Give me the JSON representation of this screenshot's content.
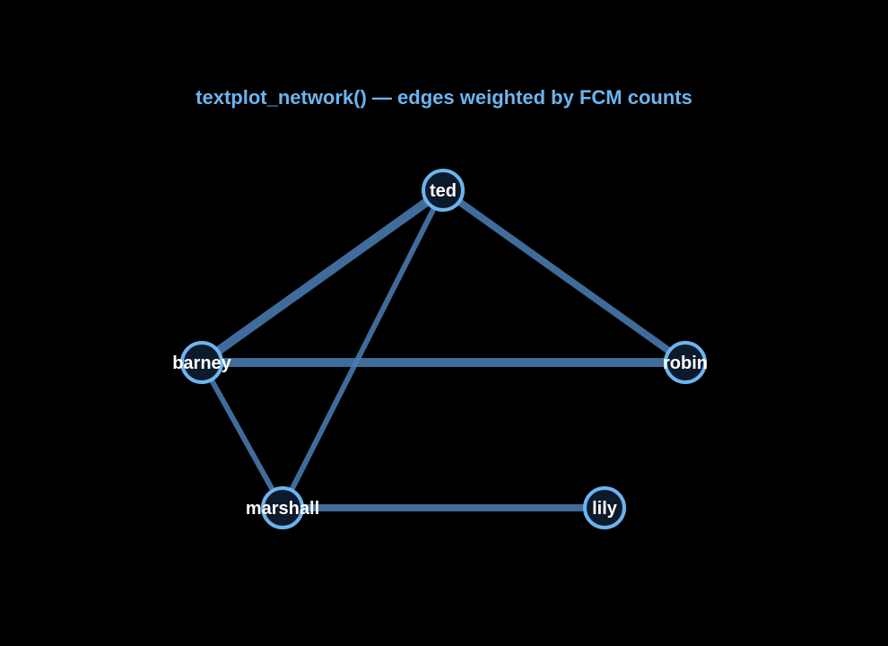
{
  "title": "textplot_network()  —  edges weighted by FCM counts",
  "colors": {
    "background": "#000000",
    "title": "#6cb4f0",
    "edge": "#4a7fb5",
    "node_stroke": "#6cb4f0",
    "node_fill": "#0d1a2b",
    "label": "#ffffff"
  },
  "nodes": [
    {
      "id": "ted",
      "label": "ted"
    },
    {
      "id": "barney",
      "label": "barney"
    },
    {
      "id": "robin",
      "label": "robin"
    },
    {
      "id": "marshall",
      "label": "marshall"
    },
    {
      "id": "lily",
      "label": "lily"
    }
  ],
  "edges": [
    {
      "source": "ted",
      "target": "barney",
      "weight": 4
    },
    {
      "source": "ted",
      "target": "robin",
      "weight": 3
    },
    {
      "source": "ted",
      "target": "marshall",
      "weight": 2
    },
    {
      "source": "barney",
      "target": "robin",
      "weight": 4
    },
    {
      "source": "barney",
      "target": "marshall",
      "weight": 2
    },
    {
      "source": "marshall",
      "target": "lily",
      "weight": 3
    }
  ]
}
